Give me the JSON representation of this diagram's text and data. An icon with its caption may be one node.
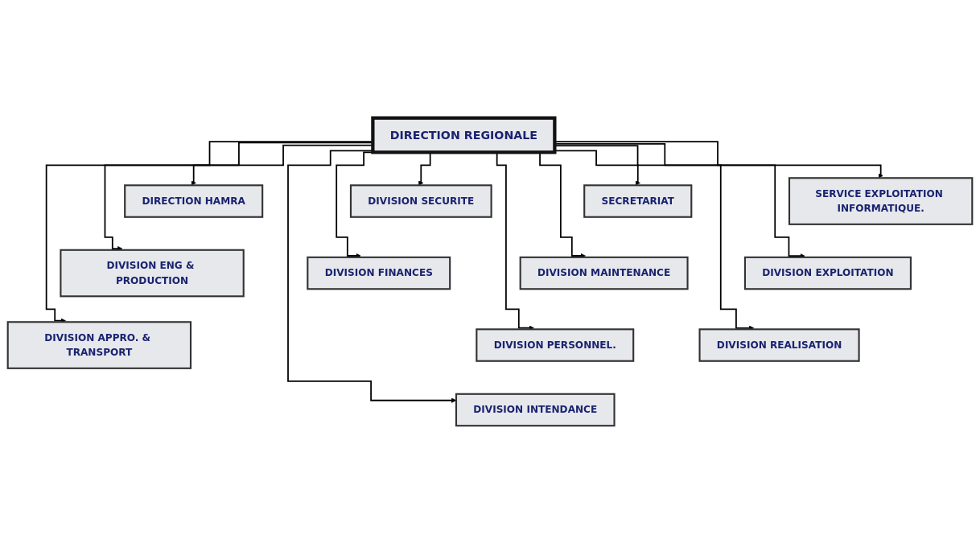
{
  "diagram": {
    "nodes": [
      {
        "text": [
          "DIRECTION REGIONALE"
        ]
      },
      {
        "text": [
          "DIRECTION HAMRA"
        ]
      },
      {
        "text": [
          "SERVICE EXPLOITATION INFORMATIQUE."
        ]
      },
      {
        "text": [
          "SECRETARIAT"
        ]
      },
      {
        "text": [
          "DIVISION ENG & PRODUCTION"
        ]
      },
      {
        "text": [
          "DIVISION EXPLOITATION"
        ]
      },
      {
        "text": [
          "DIVISION MAINTENANCE"
        ]
      },
      {
        "text": [
          "DIVISION SECURITE"
        ]
      },
      {
        "text": [
          "DIVISION APPRO. & TRANSPORT"
        ]
      },
      {
        "text": [
          "DIVISION REALISATION"
        ]
      },
      {
        "text": [
          "DIVISION PERSONNEL."
        ]
      },
      {
        "text": [
          "DIVISION FINANCES"
        ]
      },
      {
        "text": [
          "DIVISION INTENDANCE"
        ]
      }
    ],
    "edges": [
      {
        "from": 0,
        "to": 1,
        "arrow": "to"
      },
      {
        "from": 0,
        "to": 2,
        "arrow": "to"
      },
      {
        "from": 0,
        "to": 3,
        "arrow": "to"
      },
      {
        "from": 0,
        "to": 4,
        "arrow": "to"
      },
      {
        "from": 0,
        "to": 5,
        "arrow": "to"
      },
      {
        "from": 0,
        "to": 6,
        "arrow": "to"
      },
      {
        "from": 0,
        "to": 7,
        "arrow": "to"
      },
      {
        "from": 0,
        "to": 8,
        "arrow": "to"
      },
      {
        "from": 0,
        "to": 9,
        "arrow": "to"
      },
      {
        "from": 0,
        "to": 10,
        "arrow": "to"
      },
      {
        "from": 0,
        "to": 11,
        "arrow": "to"
      },
      {
        "from": 0,
        "to": 12,
        "arrow": "to"
      }
    ]
  }
}
